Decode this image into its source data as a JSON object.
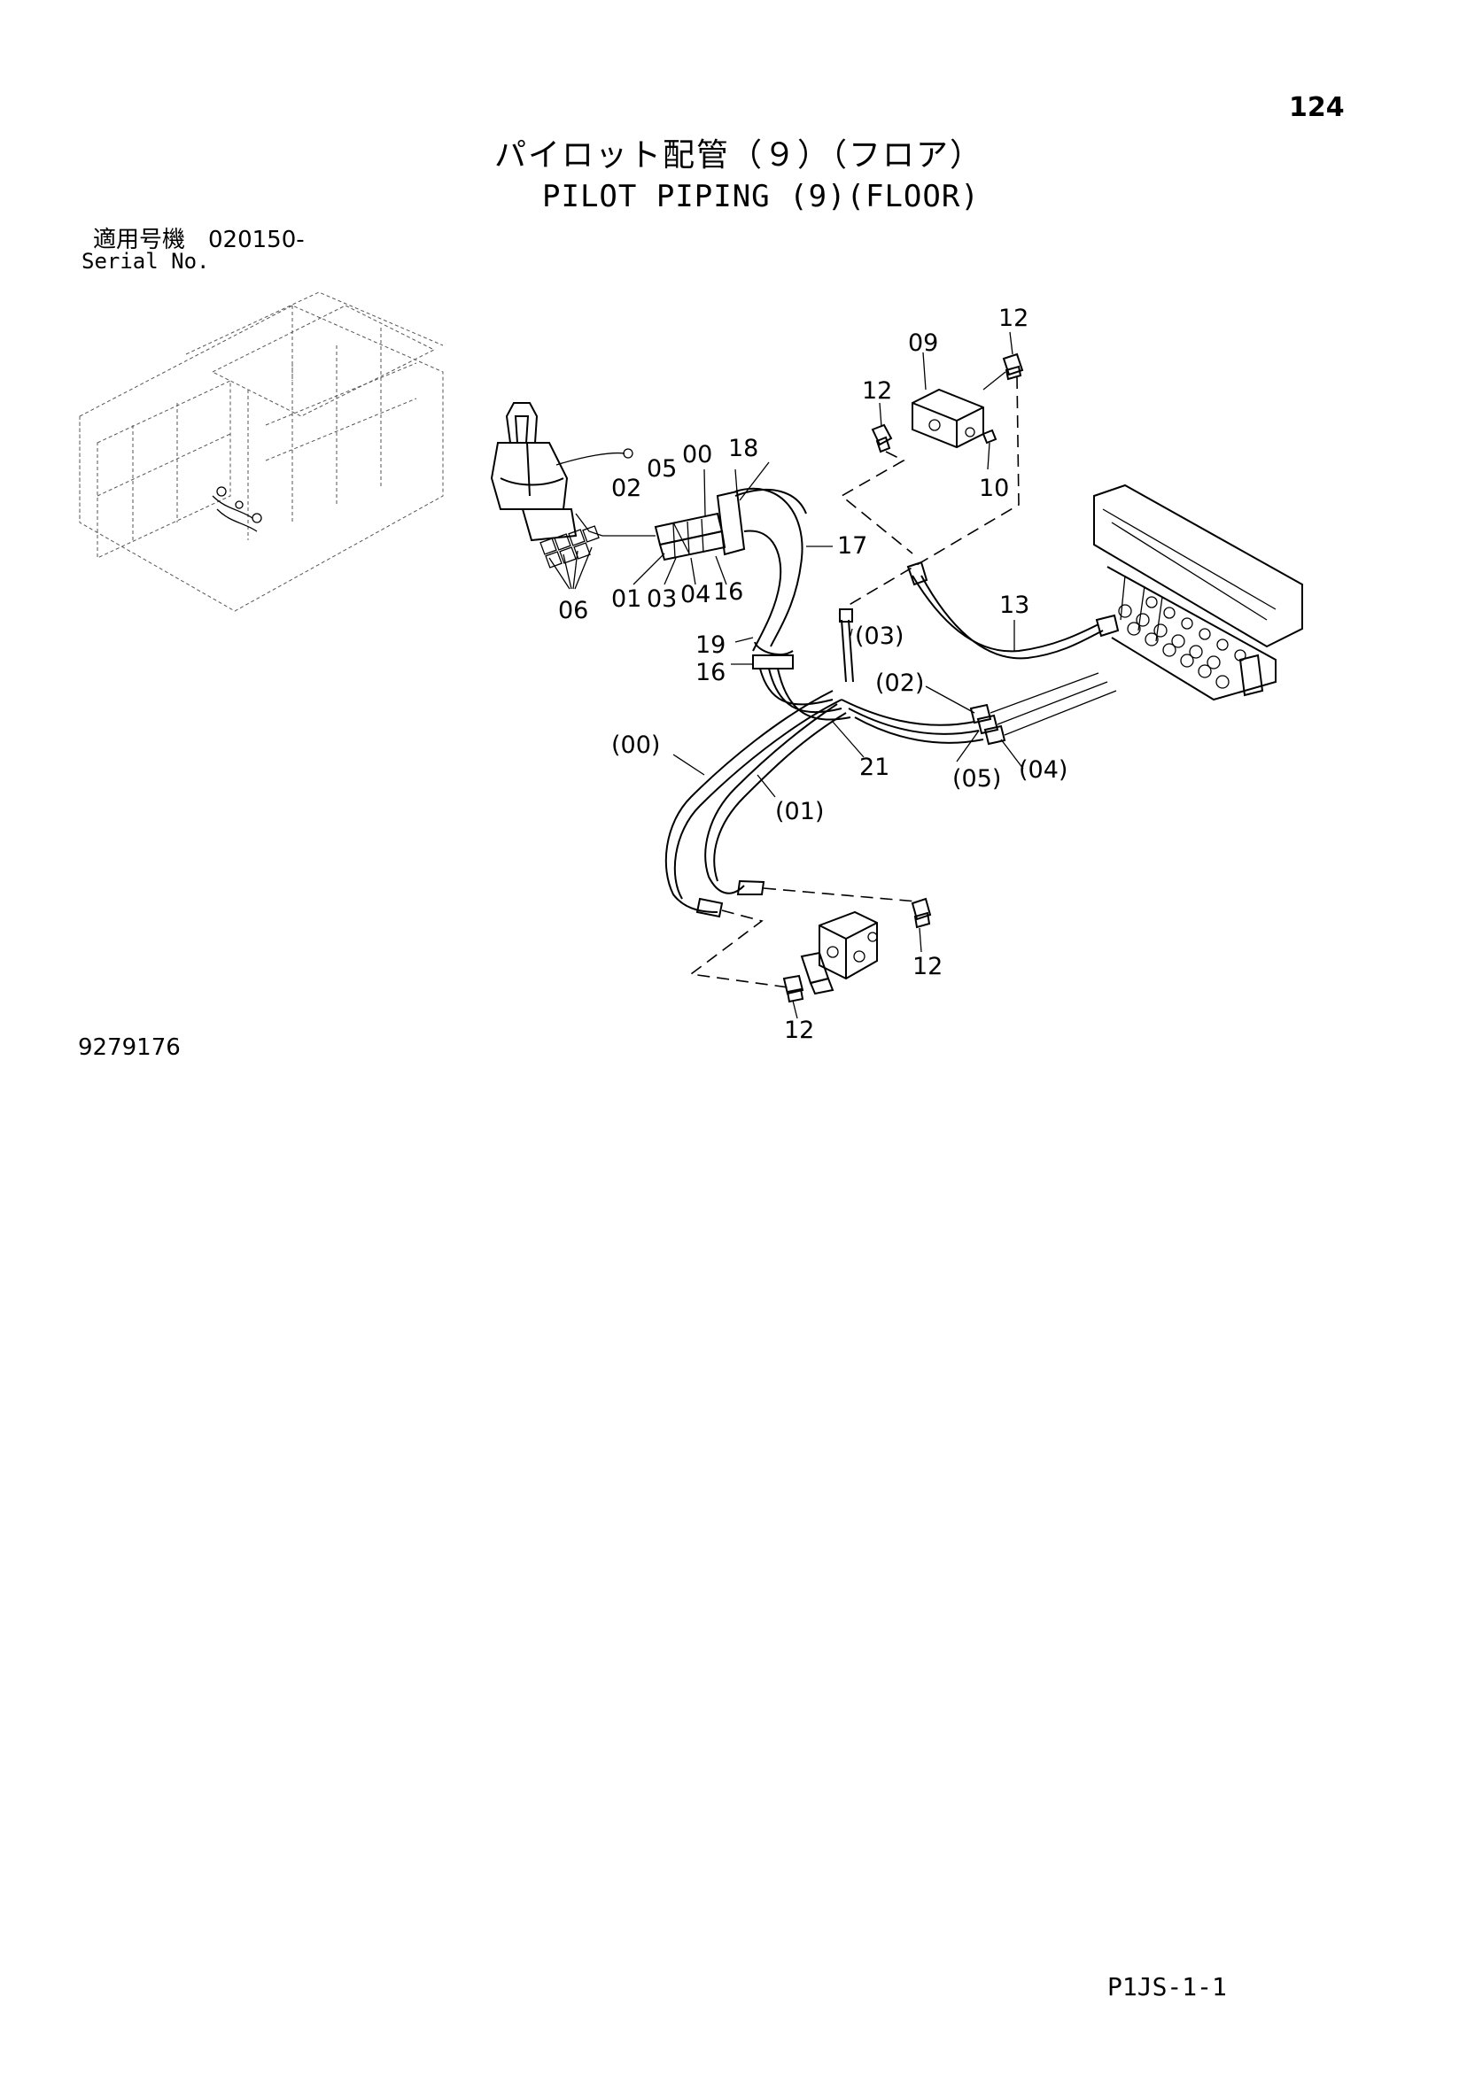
{
  "page_number": "124",
  "title_ja": "パイロット配管（９）（フロア）",
  "title_en": "PILOT PIPING (9)(FLOOR)",
  "serial": {
    "label_ja": "適用号機　020150-",
    "label_en": "Serial No."
  },
  "doc_number": "9279176",
  "footer_code": "P1JS-1-1",
  "parts": {
    "p12a": "12",
    "p09": "09",
    "p12b": "12",
    "p10": "10",
    "p05": "05",
    "p00": "00",
    "p18": "18",
    "p02": "02",
    "p17": "17",
    "p01": "01",
    "p03": "03",
    "p04": "04",
    "p16a": "16",
    "p06": "06",
    "p13": "13",
    "p03p": "(03)",
    "p19": "19",
    "p16b": "16",
    "p02p": "(02)",
    "p00p": "(00)",
    "p21": "21",
    "p05p": "(05)",
    "p04p": "(04)",
    "p01p": "(01)",
    "p12c": "12",
    "p12d": "12"
  }
}
